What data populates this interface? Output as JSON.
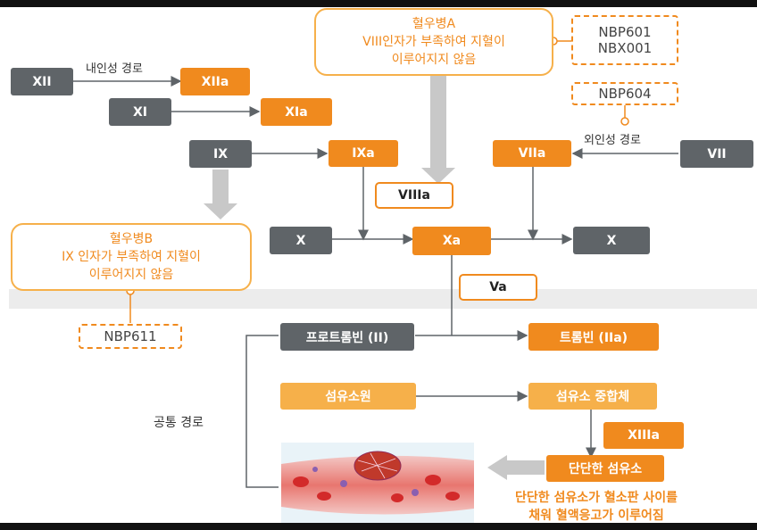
{
  "nodes": {
    "xii": "XII",
    "xiia": "XIIa",
    "xi": "XI",
    "xia": "XIa",
    "ix": "IX",
    "ixa": "IXa",
    "viia": "VIIa",
    "vii": "VII",
    "viiia": "VIIIa",
    "x_in": "X",
    "xa": "Xa",
    "x_out": "X",
    "va": "Va",
    "prothrombin": "프로트롬빈 (II)",
    "thrombin": "트롬빈 (IIa)",
    "fibrinogen": "섬유소원",
    "fibrin_polymer": "섬유소 중합체",
    "xiiia": "XIIIa",
    "solid_fibrin": "단단한 섬유소"
  },
  "labels": {
    "intrinsic": "내인성 경로",
    "extrinsic": "외인성 경로",
    "common": "공통 경로"
  },
  "notes": {
    "hemophilia_a": [
      "혈우병A",
      "VIII인자가 부족하여 지혈이",
      "이루어지지 않음"
    ],
    "hemophilia_b": [
      "혈우병B",
      "IX 인자가 부족하여 지혈이",
      "이루어지지 않음"
    ]
  },
  "drugs": {
    "a_group": [
      "NBP601",
      "NBX001"
    ],
    "extrinsic": "NBP604",
    "b_group": "NBP611"
  },
  "caption": [
    "단단한 섬유소가 혈소판 사이를",
    "채워 혈액응고가 이루어짐"
  ],
  "colors": {
    "gray": "#5f6468",
    "orange": "#f08a1e",
    "light_orange": "#f6b04a"
  }
}
